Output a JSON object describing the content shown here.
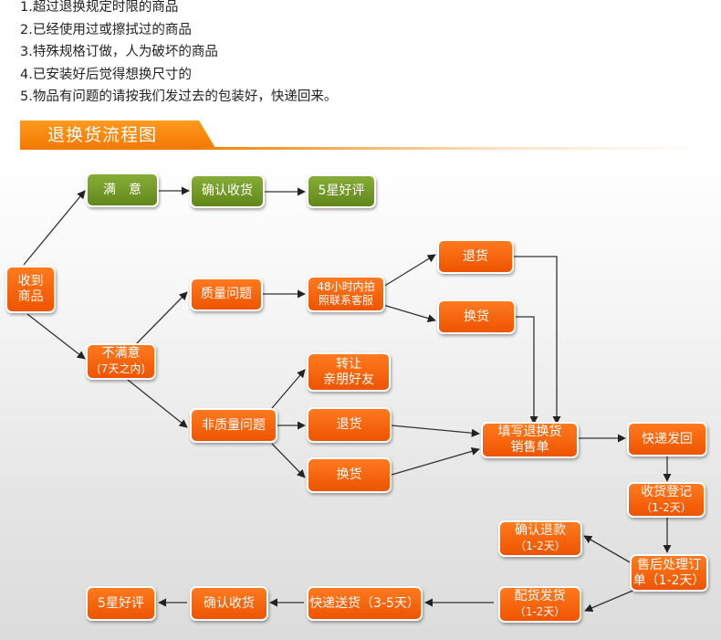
{
  "rules": [
    "1.超过退换规定时限的商品",
    "2.已经使用过或擦拭过的商品",
    "3.特殊规格订做，人为破坏的商品",
    "4.已安装好后觉得想换尺寸的",
    "5.物品有问题的请按我们发过去的包装好，快递回来。"
  ],
  "banner": {
    "title": "退换货流程图"
  },
  "nodes": {
    "receive": [
      "收到",
      "商品"
    ],
    "satisfied": [
      "满　意"
    ],
    "confirm1": [
      "确认收货"
    ],
    "review1": [
      "5星好评"
    ],
    "unsatisfied": [
      "不满意",
      "(7天之内)"
    ],
    "quality": [
      "质量问题"
    ],
    "contact48": [
      "48小时内拍",
      "照联系客服"
    ],
    "return1": [
      "退货"
    ],
    "exchange1": [
      "换货"
    ],
    "nonquality": [
      "非质量问题"
    ],
    "transfer": [
      "转让",
      "亲朋好友"
    ],
    "return2": [
      "退货"
    ],
    "exchange2": [
      "换货"
    ],
    "fillform": [
      "填写退换货",
      "销售单"
    ],
    "expressback": [
      "快递发回"
    ],
    "register": [
      "收货登记",
      "（1-2天）"
    ],
    "confirmrefund": [
      "确认退款",
      "（1-2天）"
    ],
    "aftersale": [
      "售后处理订",
      "单（1-2天）"
    ],
    "ship": [
      "配货发货",
      "（1-2天）"
    ],
    "deliver": [
      "快递送货（3-5天）"
    ],
    "confirm2": [
      "确认收货"
    ],
    "review2": [
      "5星好评"
    ]
  }
}
